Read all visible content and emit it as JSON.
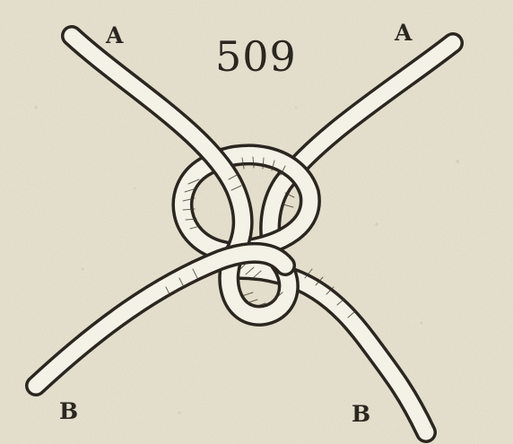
{
  "figure": {
    "number": "509",
    "labels": {
      "a_left": "A",
      "a_right": "A",
      "b_left": "B",
      "b_right": "B"
    }
  },
  "colors": {
    "paper": "#e9e5d3",
    "ink": "#2b2620",
    "rope": "#f4f1e6"
  }
}
